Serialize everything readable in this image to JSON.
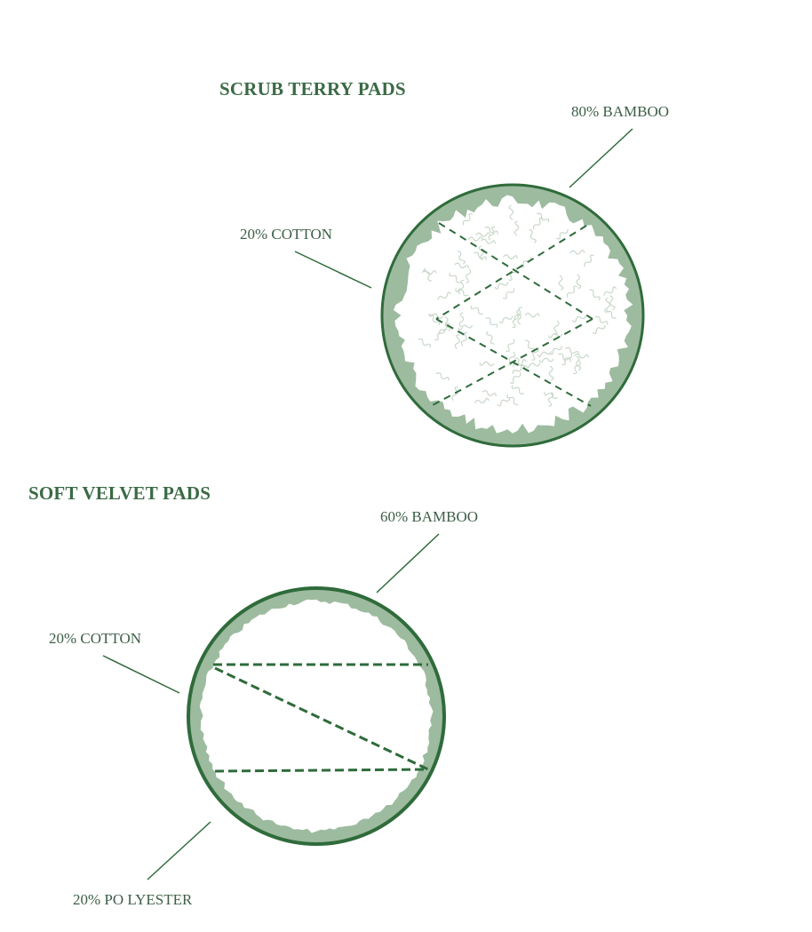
{
  "colors": {
    "dark_green": "#2f6b3b",
    "light_green": "#9dbb9f",
    "text": "#3d5e47"
  },
  "scrub": {
    "title": "SCRUB TERRY PADS",
    "label_bamboo": "80% BAMBOO",
    "label_cotton": "20% COTTON"
  },
  "velvet": {
    "title": "SOFT VELVET PADS",
    "label_bamboo": "60% BAMBOO",
    "label_cotton": "20% COTTON",
    "label_polyester": "20% PO LYESTER"
  }
}
